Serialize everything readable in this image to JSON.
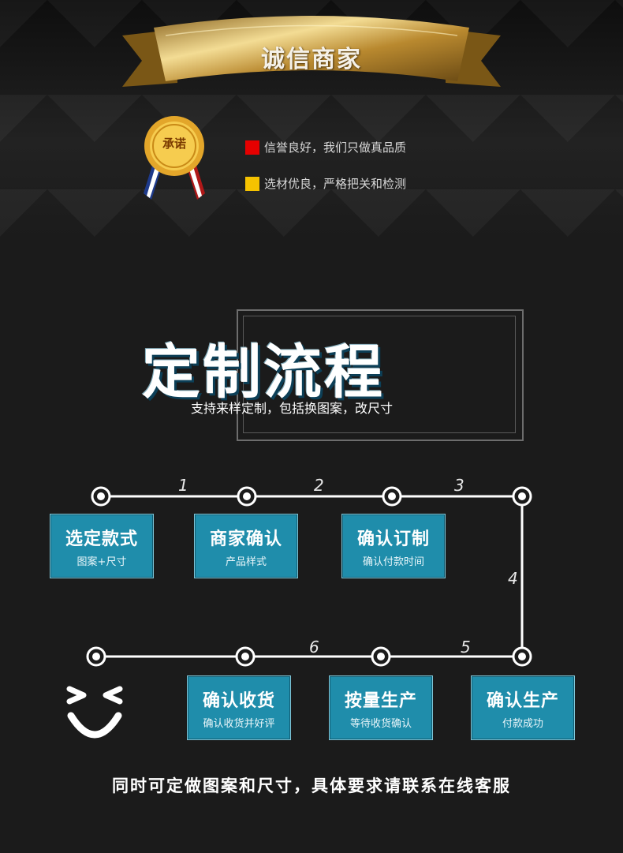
{
  "banner": {
    "title": "诚信商家"
  },
  "badge": {
    "label": "承诺"
  },
  "promises": [
    {
      "text": "信誉良好，我们只做真品质",
      "color": "#e60000"
    },
    {
      "text": "选材优良，严格把关和检测",
      "color": "#f5c200"
    }
  ],
  "section": {
    "title": "定制流程",
    "subtitle": "支持来样定制，包括换图案，改尺寸"
  },
  "steps": [
    {
      "title": "选定款式",
      "sub": "图案+尺寸"
    },
    {
      "title": "商家确认",
      "sub": "产品样式"
    },
    {
      "title": "确认订制",
      "sub": "确认付款时间"
    },
    {
      "title": "确认生产",
      "sub": "付款成功"
    },
    {
      "title": "按量生产",
      "sub": "等待收货确认"
    },
    {
      "title": "确认收货",
      "sub": "确认收货并好评"
    }
  ],
  "step_numbers": [
    "1",
    "2",
    "3",
    "4",
    "5",
    "6"
  ],
  "footer": {
    "note": "同时可定做图案和尺寸，具体要求请联系在线客服"
  },
  "colors": {
    "accent": "#1f8dab",
    "gold": "#c9a04a"
  }
}
